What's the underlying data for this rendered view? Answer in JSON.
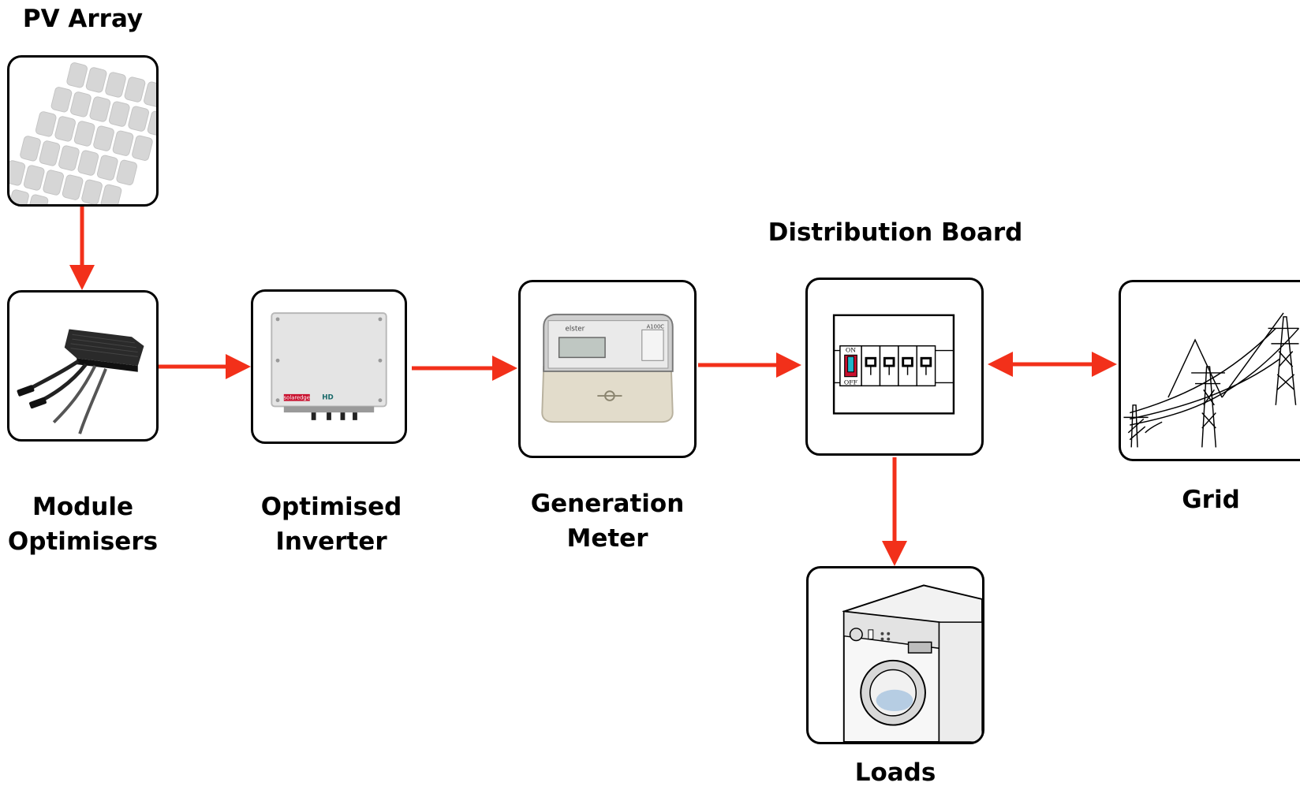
{
  "nodes": {
    "pv_array": {
      "label": "PV Array"
    },
    "module_optimisers": {
      "label_line1": "Module",
      "label_line2": "Optimisers"
    },
    "optimised_inverter": {
      "label_line1": "Optimised",
      "label_line2": "Inverter",
      "brand": "solaredge",
      "badge": "HD"
    },
    "generation_meter": {
      "label_line1": "Generation",
      "label_line2": "Meter",
      "brand": "elster",
      "model": "A100C"
    },
    "distribution_board": {
      "label": "Distribution Board",
      "switch_on": "ON",
      "switch_off": "OFF"
    },
    "grid": {
      "label": "Grid"
    },
    "loads": {
      "label": "Loads"
    }
  },
  "connections": [
    {
      "from": "pv_array",
      "to": "module_optimisers",
      "direction": "one-way"
    },
    {
      "from": "module_optimisers",
      "to": "optimised_inverter",
      "direction": "one-way"
    },
    {
      "from": "optimised_inverter",
      "to": "generation_meter",
      "direction": "one-way"
    },
    {
      "from": "generation_meter",
      "to": "distribution_board",
      "direction": "one-way"
    },
    {
      "from": "distribution_board",
      "to": "grid",
      "direction": "two-way"
    },
    {
      "from": "distribution_board",
      "to": "loads",
      "direction": "one-way"
    }
  ],
  "colors": {
    "arrow": "#f2301a",
    "border": "#000000",
    "text": "#000000"
  }
}
